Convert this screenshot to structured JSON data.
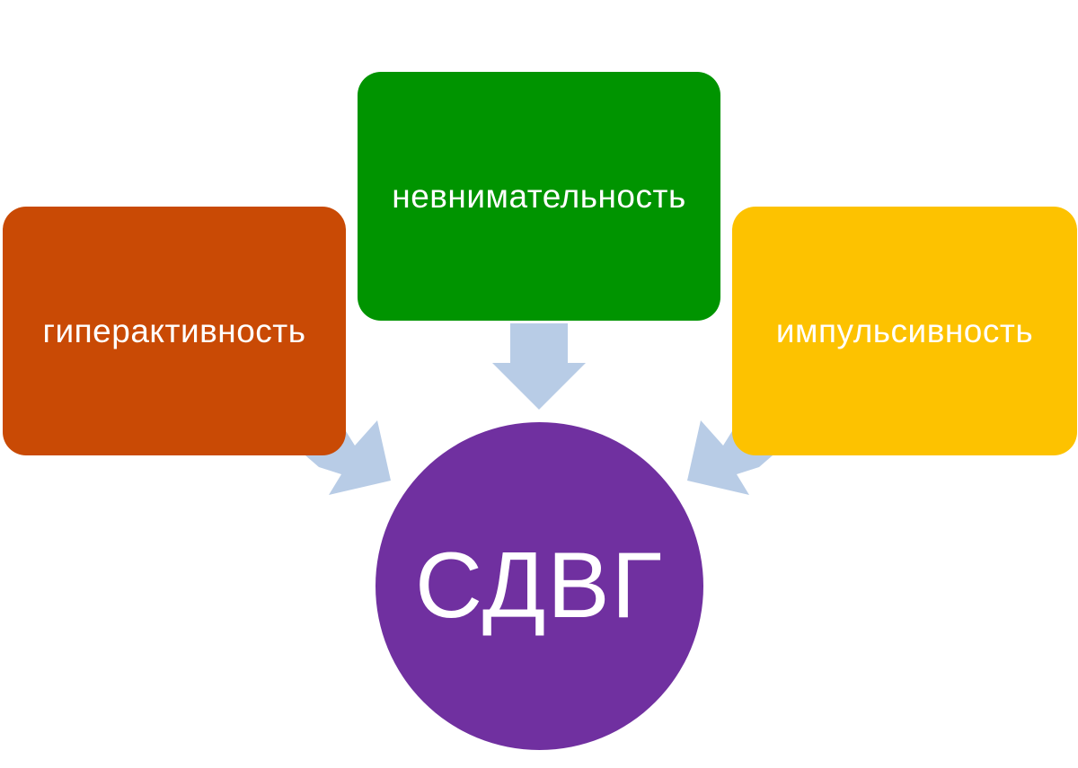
{
  "diagram": {
    "nodes": {
      "left": {
        "label": "гиперактивность",
        "color": "#c94a05"
      },
      "center": {
        "label": "невнимательность",
        "color": "#009400"
      },
      "right": {
        "label": "импульсивность",
        "color": "#fdc200"
      },
      "core": {
        "label": "СДВГ",
        "color": "#7030a0"
      }
    },
    "arrow_color": "#b8cce6",
    "edges": [
      {
        "from": "left",
        "to": "core"
      },
      {
        "from": "center",
        "to": "core"
      },
      {
        "from": "right",
        "to": "core"
      }
    ]
  }
}
